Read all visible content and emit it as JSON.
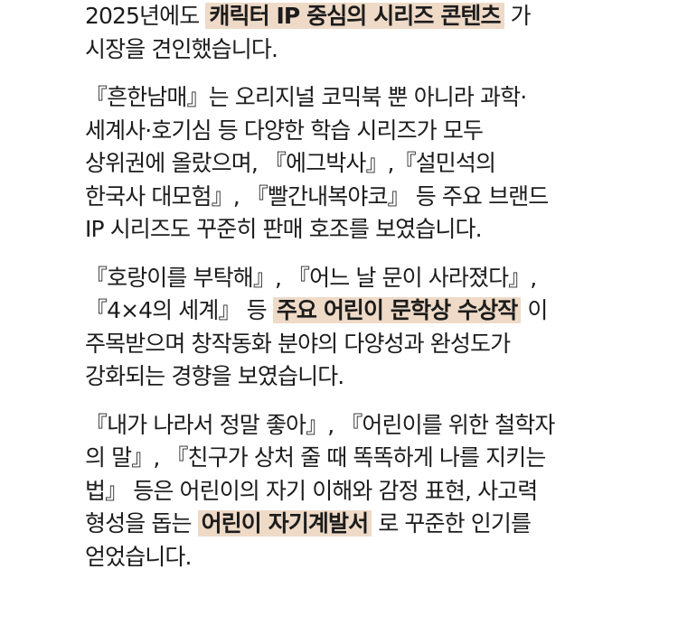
{
  "highlight_color": "#eedac7",
  "text_color": "#1c1c1c",
  "paragraphs": [
    {
      "lines": [
        {
          "before": "2025년에도 ",
          "highlight": "캐릭터 IP 중심의 시리즈 콘텐츠",
          "after": " 가"
        },
        {
          "text": "시장을 견인했습니다."
        }
      ]
    },
    {
      "lines": [
        {
          "text": "『흔한남매』는 오리지널 코믹북 뿐 아니라 과학·"
        },
        {
          "text": "세계사·호기심 등 다양한 학습 시리즈가 모두"
        },
        {
          "text": "상위권에 올랐으며, 『에그박사』,『설민석의"
        },
        {
          "text": "한국사 대모험』, 『빨간내복야코』 등 주요 브랜드"
        },
        {
          "text": "IP 시리즈도 꾸준히 판매 호조를 보였습니다."
        }
      ]
    },
    {
      "lines": [
        {
          "text": "『호랑이를 부탁해』, 『어느 날 문이 사라졌다』,"
        },
        {
          "before": "『4×4의 세계』 등 ",
          "highlight": "주요 어린이 문학상 수상작",
          "after": " 이"
        },
        {
          "text": "주목받으며 창작동화 분야의 다양성과 완성도가"
        },
        {
          "text": "강화되는 경향을 보였습니다."
        }
      ]
    },
    {
      "lines": [
        {
          "text": "『내가 나라서 정말 좋아』, 『어린이를 위한 철학자"
        },
        {
          "text": "의 말』, 『친구가 상처 줄 때 똑똑하게 나를 지키는"
        },
        {
          "text": "법』 등은 어린이의 자기 이해와 감정 표현, 사고력"
        },
        {
          "before": "형성을 돕는 ",
          "highlight": "어린이 자기계발서",
          "after": " 로 꾸준한 인기를"
        },
        {
          "text": "얻었습니다."
        }
      ]
    }
  ]
}
